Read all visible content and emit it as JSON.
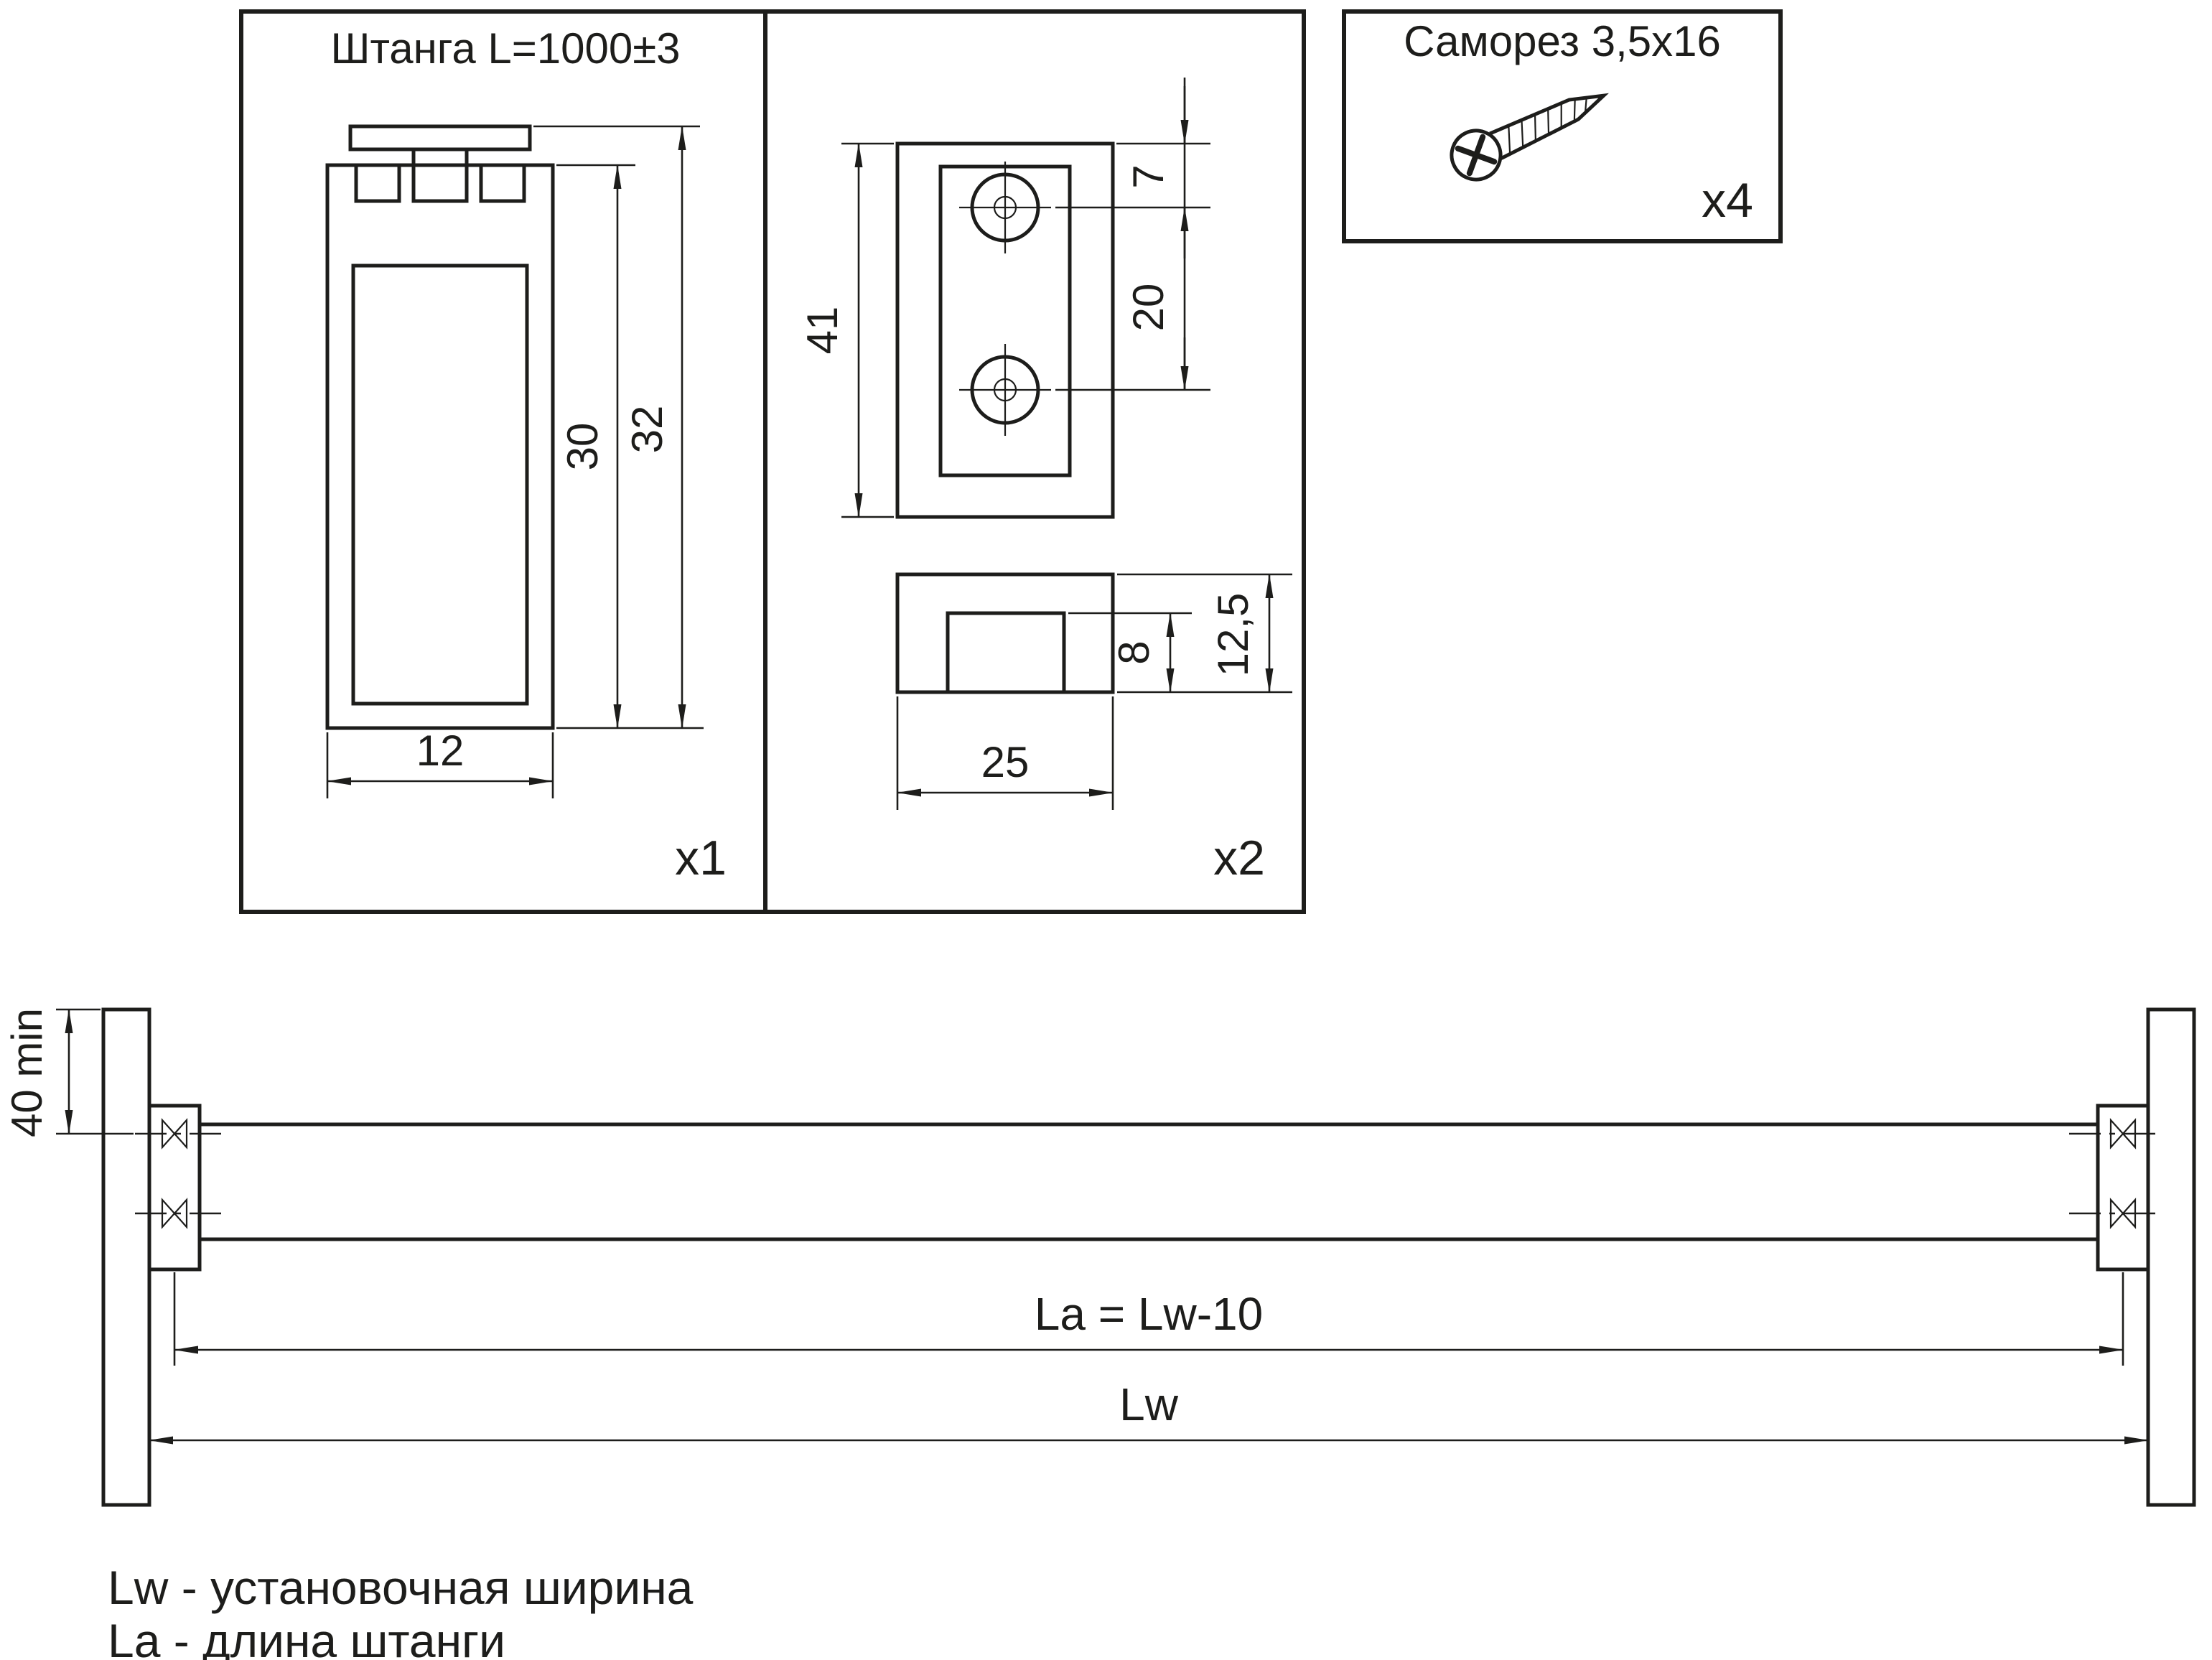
{
  "colors": {
    "line": "#1d1d1b",
    "background": "#ffffff"
  },
  "boxes": {
    "rod": {
      "title": "Штанга L=1000±3",
      "qty": "x1",
      "dim_inner_height": "30",
      "dim_outer_height": "32",
      "dim_width": "12"
    },
    "bracket": {
      "qty": "x2",
      "dim_height": "41",
      "dim_hole_offset": "7",
      "dim_hole_spacing": "20",
      "dim_slot_height": "8",
      "dim_depth": "12,5",
      "dim_width": "25"
    },
    "screw": {
      "title": "Саморез 3,5x16",
      "qty": "x4"
    }
  },
  "assembly": {
    "dim_top_min": "40 min",
    "dim_rod_length": "La = Lw-10",
    "dim_width_label": "Lw",
    "legend_lw": "Lw - установочная ширина",
    "legend_la": "La - длина штанги"
  }
}
